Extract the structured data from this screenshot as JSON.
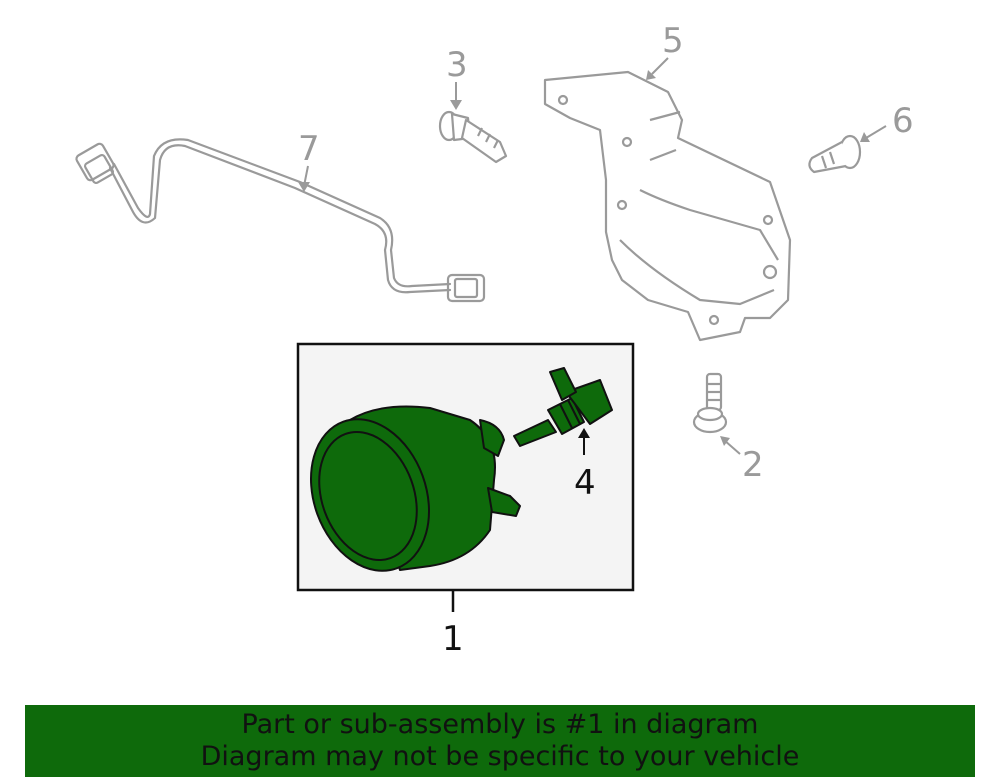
{
  "callouts": {
    "c1": "1",
    "c2": "2",
    "c3": "3",
    "c4": "4",
    "c5": "5",
    "c6": "6",
    "c7": "7"
  },
  "banner": {
    "line1": "Part or sub-assembly is #1 in diagram",
    "line2": "Diagram may not be specific to your vehicle"
  },
  "colors": {
    "highlight_fill": "#0e6a0b",
    "outline_gray": "#9a9a9a",
    "banner_bg": "#0e6a0b",
    "box_bg": "#f4f4f4"
  }
}
